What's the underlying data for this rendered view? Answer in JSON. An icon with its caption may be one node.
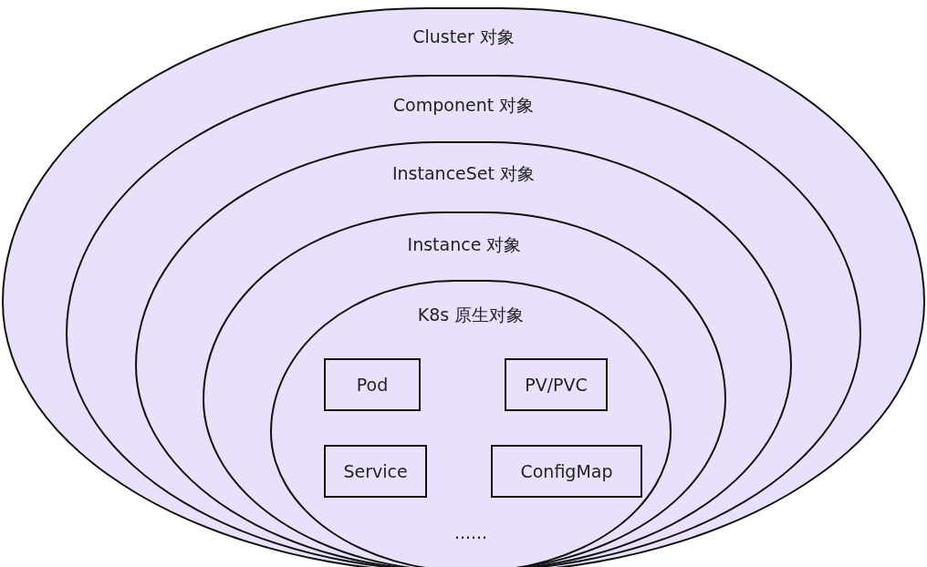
{
  "diagram": {
    "nodes": [
      {
        "text": [
          "Cluster 对象"
        ]
      },
      {
        "text": [
          "Component 对象"
        ],
        "in": 0
      },
      {
        "text": [
          "InstanceSet 对象"
        ],
        "in": 1
      },
      {
        "text": [
          "Instance 对象"
        ],
        "in": 2
      },
      {
        "text": [
          "K8s 原生对象",
          "......"
        ],
        "in": 3
      },
      {
        "text": [
          "Pod"
        ],
        "in": 4
      },
      {
        "text": [
          "PV/PVC"
        ],
        "in": 4
      },
      {
        "text": [
          "Service"
        ],
        "in": 4
      },
      {
        "text": [
          "ConfigMap"
        ],
        "in": 4
      }
    ]
  }
}
